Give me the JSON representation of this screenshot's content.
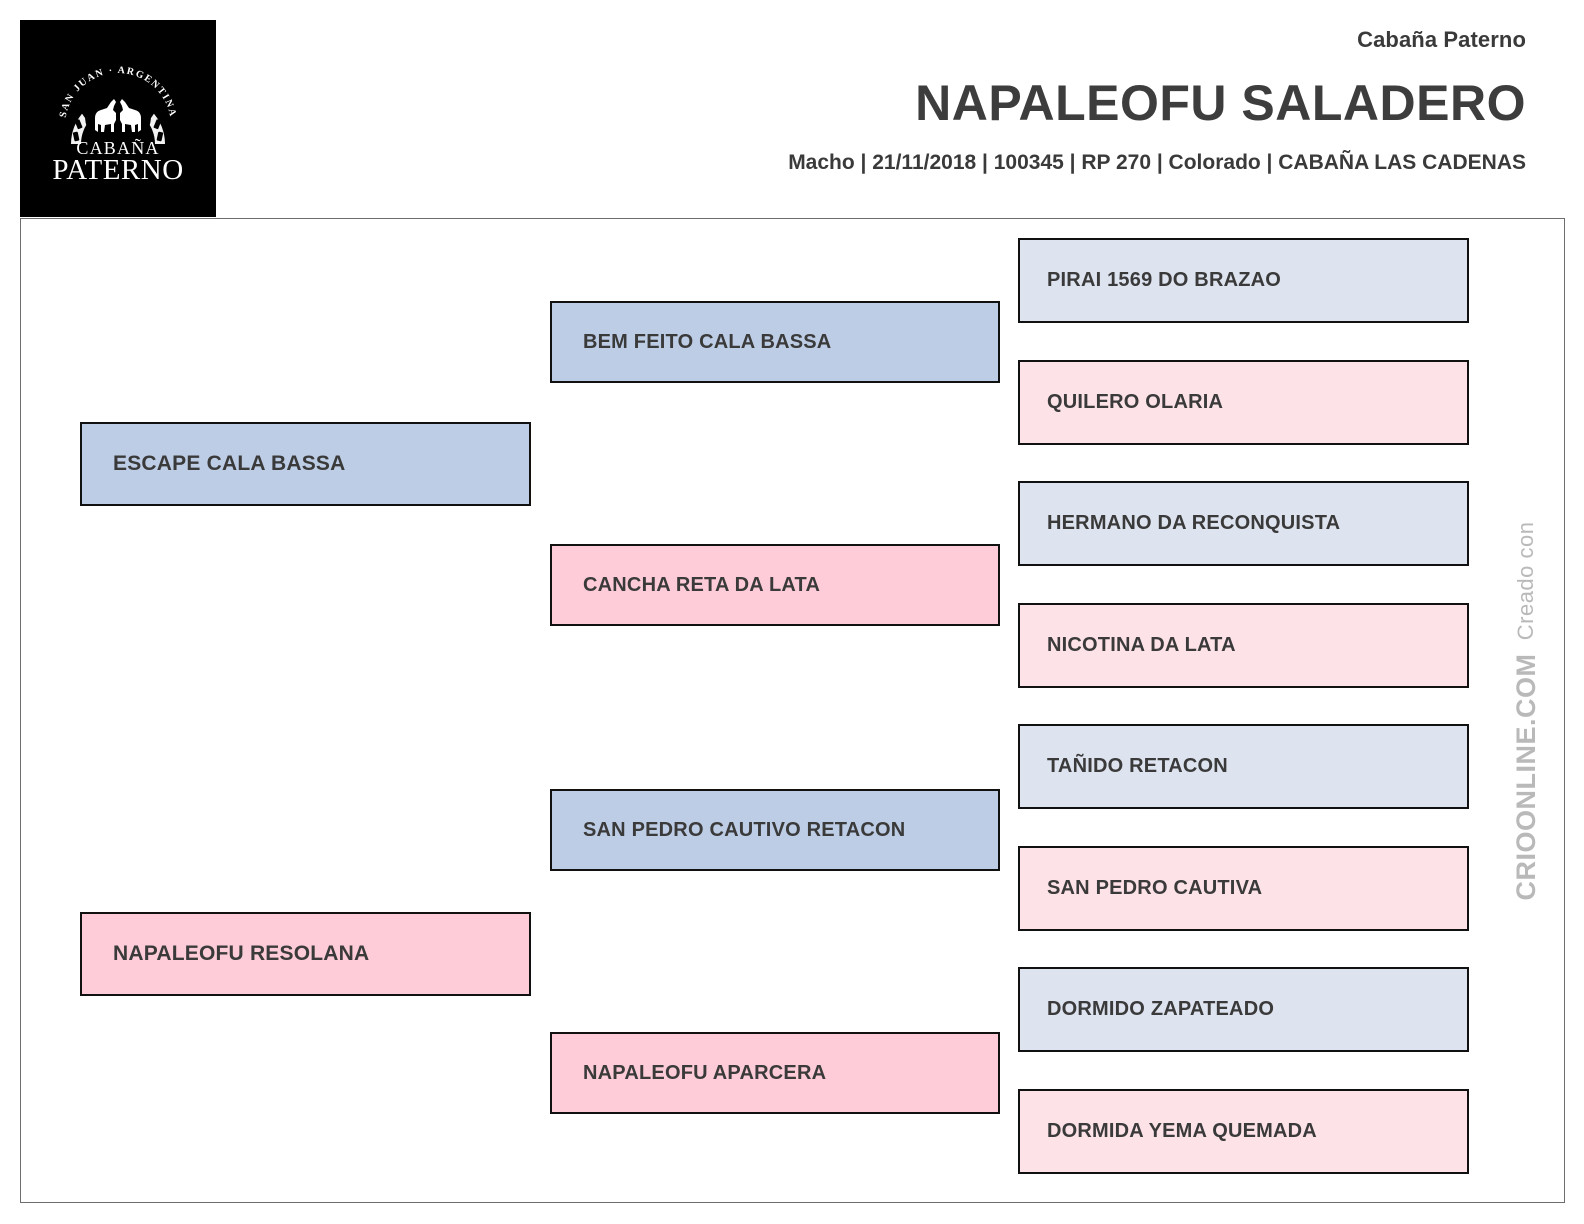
{
  "header": {
    "breeder": "Cabaña Paterno",
    "animal_name": "NAPALEOFU SALADERO",
    "meta": "Macho | 21/11/2018 | 100345 | RP 270 | Colorado | CABAÑA LAS CADENAS",
    "logo": {
      "arc_text": "SAN JUAN · ARGENTINA",
      "line1": "CABAÑA",
      "line2": "PATERNO"
    }
  },
  "watermark": {
    "prefix": "Creado con",
    "brand": "CRIOONLINE.COM"
  },
  "colors": {
    "blue_mid": "#bdcde6",
    "pink_mid": "#fdccd8",
    "blue_light": "#dde3ef",
    "pink_light": "#fde2e8",
    "text": "#3a3a3a",
    "border": "#111111",
    "frame": "#6d6d6d",
    "watermark": "#b9b9b9"
  },
  "pedigree": {
    "generation1": [
      {
        "name": "ESCAPE CALA BASSA",
        "sex": "male"
      },
      {
        "name": "NAPALEOFU RESOLANA",
        "sex": "female"
      }
    ],
    "generation2": [
      {
        "name": "BEM FEITO CALA BASSA",
        "sex": "male"
      },
      {
        "name": "CANCHA RETA DA LATA",
        "sex": "female"
      },
      {
        "name": "SAN PEDRO CAUTIVO RETACON",
        "sex": "male"
      },
      {
        "name": "NAPALEOFU APARCERA",
        "sex": "female"
      }
    ],
    "generation3": [
      {
        "name": "PIRAI 1569 DO BRAZAO",
        "sex": "male"
      },
      {
        "name": "QUILERO OLARIA",
        "sex": "female"
      },
      {
        "name": "HERMANO DA RECONQUISTA",
        "sex": "male"
      },
      {
        "name": "NICOTINA DA LATA",
        "sex": "female"
      },
      {
        "name": "TAÑIDO RETACON",
        "sex": "male"
      },
      {
        "name": "SAN PEDRO CAUTIVA",
        "sex": "female"
      },
      {
        "name": "DORMIDO ZAPATEADO",
        "sex": "male"
      },
      {
        "name": "DORMIDA YEMA QUEMADA",
        "sex": "female"
      }
    ]
  }
}
